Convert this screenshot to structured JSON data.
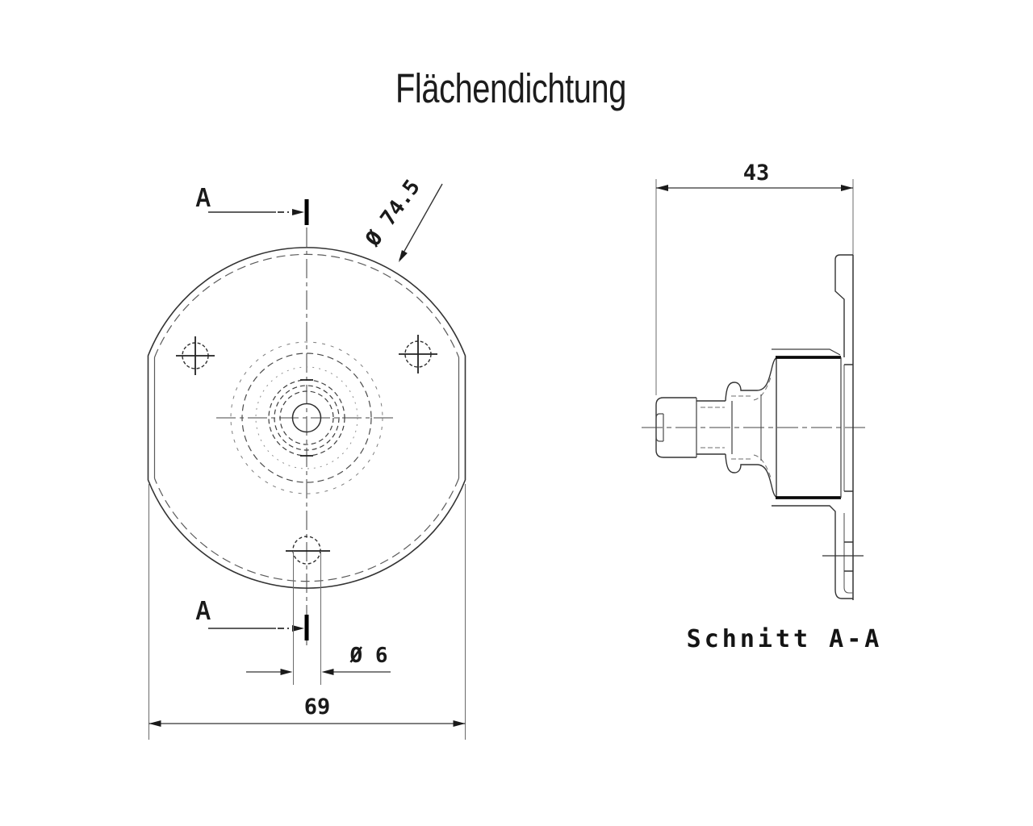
{
  "title": "Flächendichtung",
  "front_view": {
    "name": "front view of gasket flange",
    "section_marker_top": "A",
    "section_marker_bottom": "A",
    "dim_outer_diameter": "Ø 74.5",
    "dim_hole_diameter": "Ø 6",
    "dim_width": "69"
  },
  "section_view": {
    "name": "sectional side view",
    "dim_depth": "43",
    "caption": "Schnitt A-A"
  },
  "colors": {
    "background": "#ffffff",
    "line": "#3a3a3a",
    "thin_line": "#666666",
    "thick_cut_line": "#0a0a0a",
    "text": "#1a1a1a"
  }
}
